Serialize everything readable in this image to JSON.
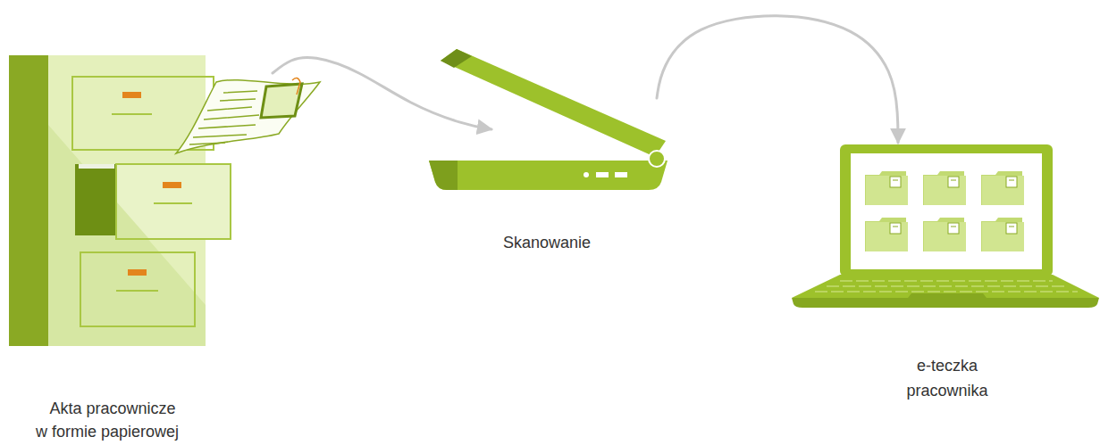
{
  "diagram": {
    "nodes": [
      {
        "text": [
          "Akta pracownicze w formie papierowej"
        ]
      },
      {
        "text": [
          "Skanowanie"
        ]
      },
      {
        "text": [
          "e-teczka pracownika"
        ]
      }
    ],
    "edges": [
      {
        "from": 0,
        "to": 1,
        "arrow": "to"
      },
      {
        "from": 1,
        "to": 2,
        "arrow": "to"
      }
    ]
  }
}
